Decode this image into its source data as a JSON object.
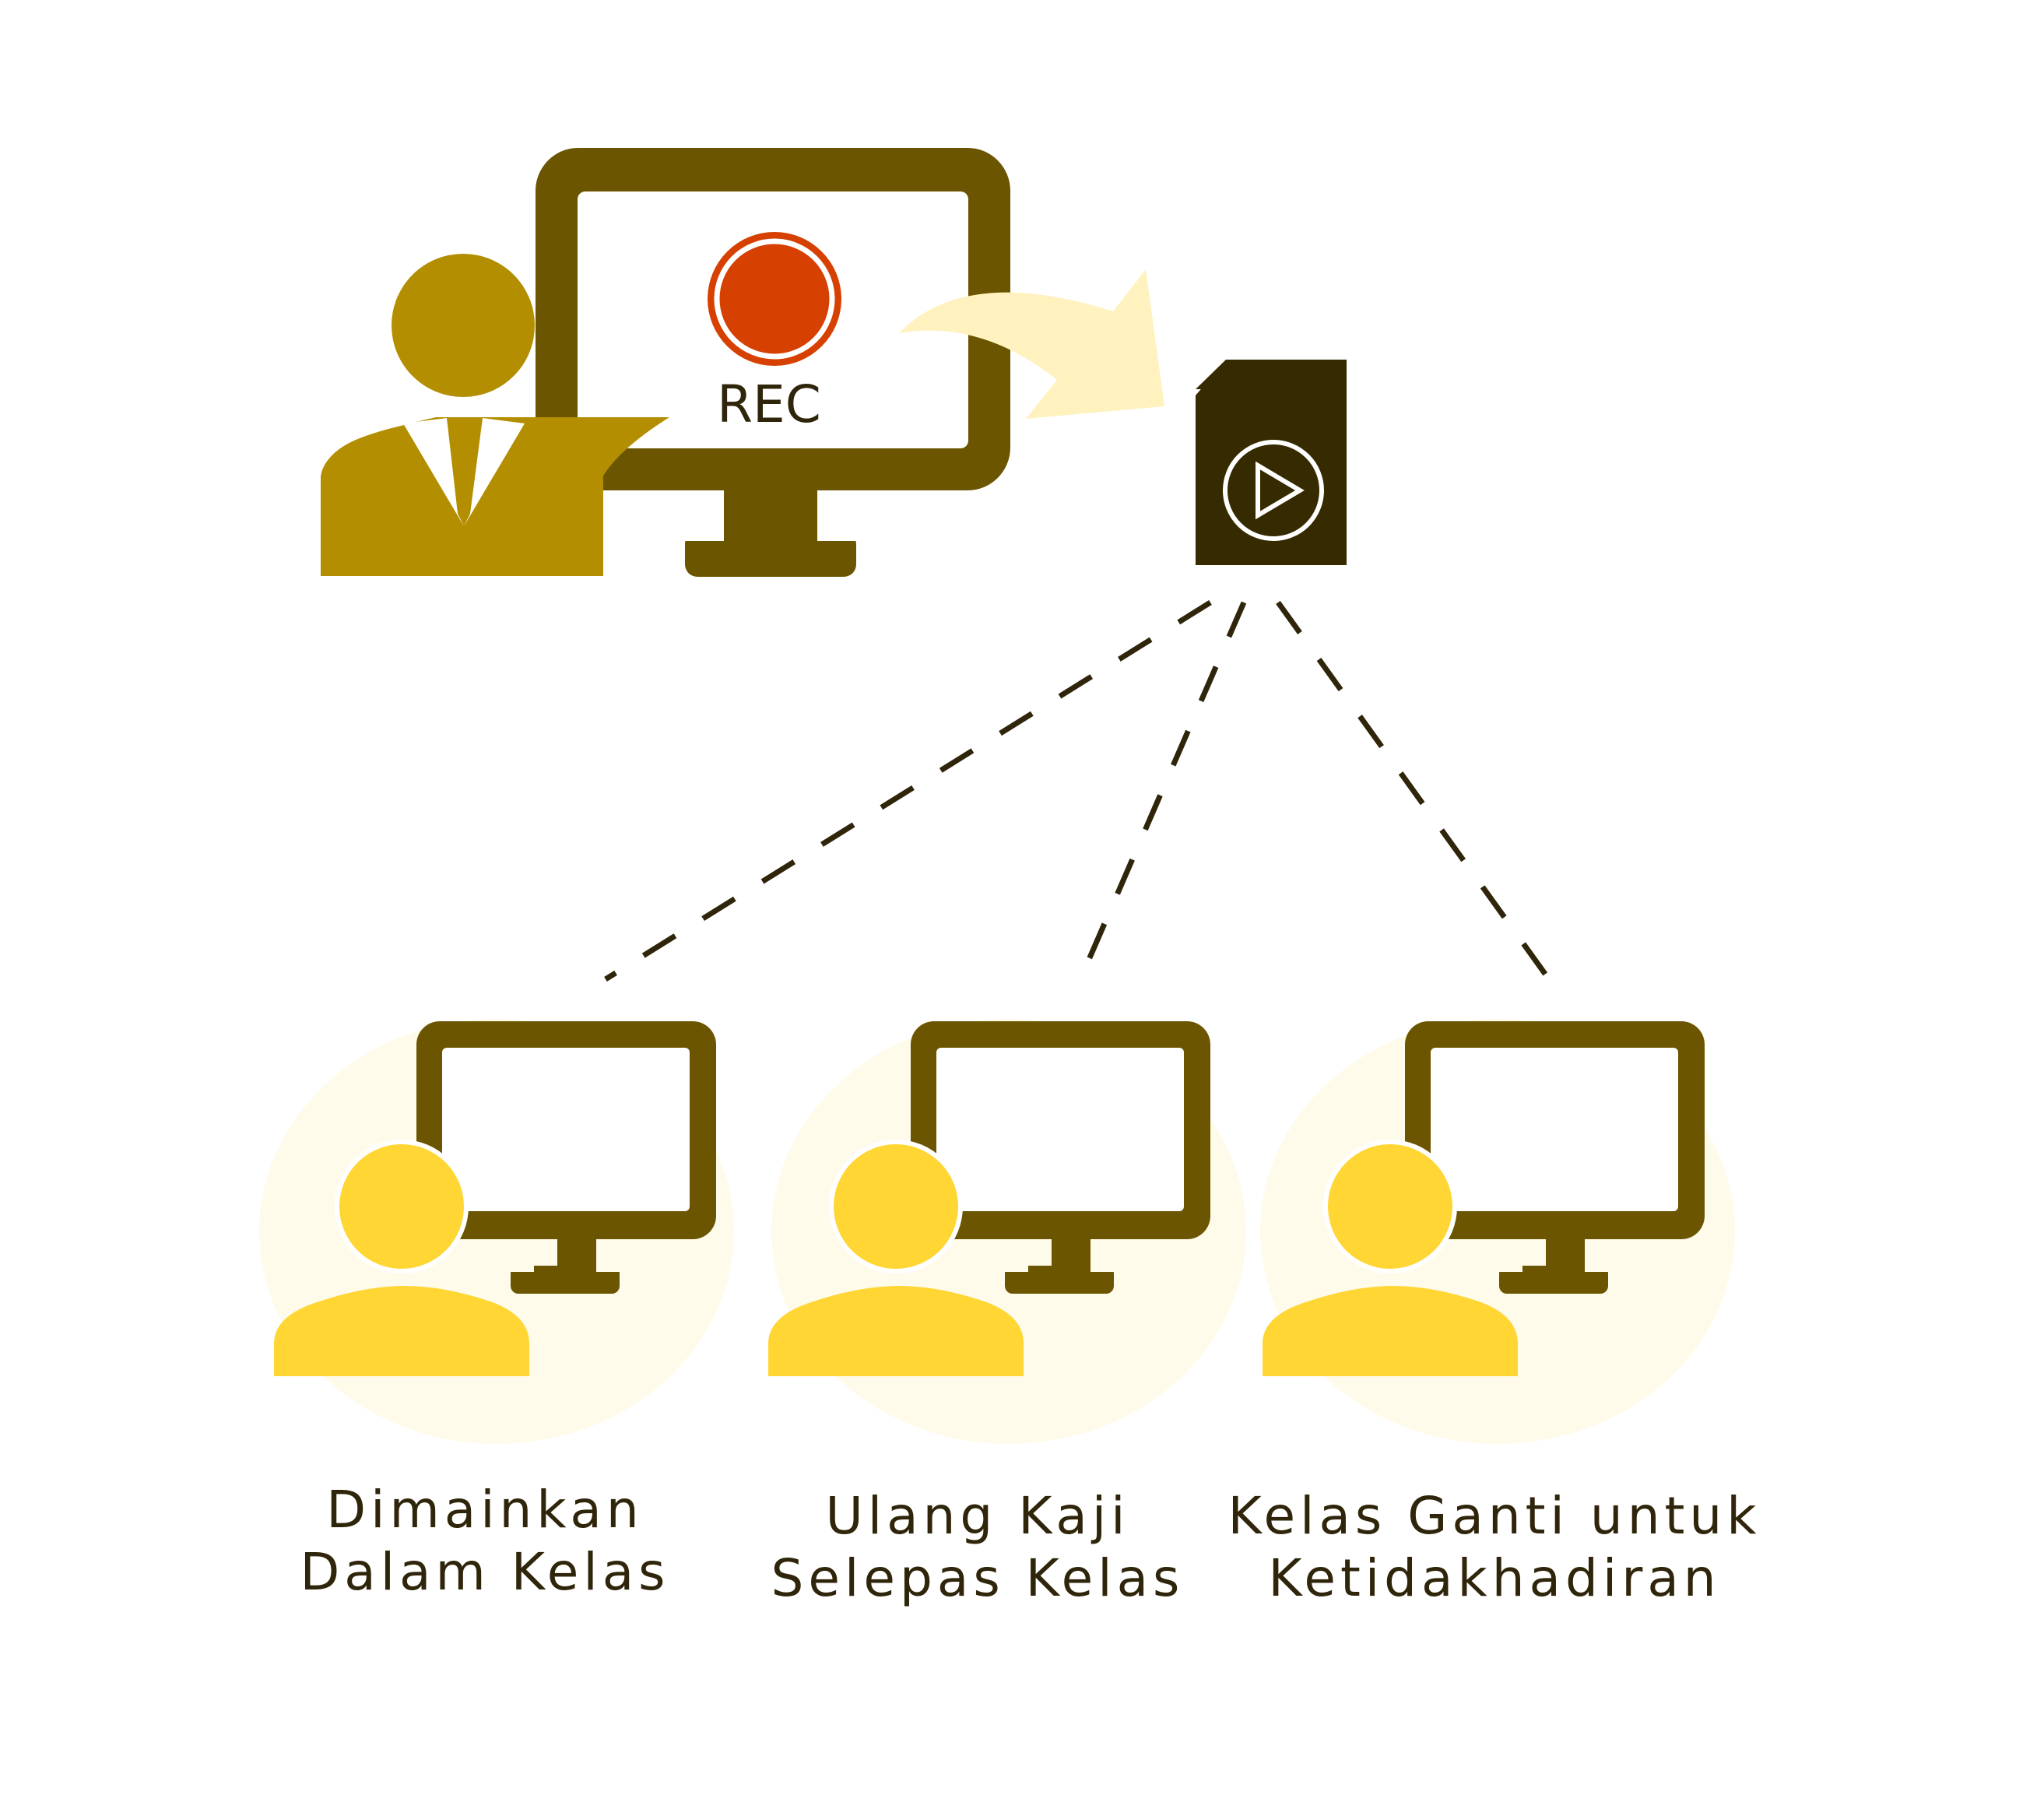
{
  "colors": {
    "monitor": "#6b5500",
    "presenter": "#b38e00",
    "student": "#ffd633",
    "halo": "#fffbeb",
    "record": "#d64000",
    "arrow": "#fff2bf",
    "file": "#352a00",
    "dash": "#2f250a",
    "text": "#2f250a"
  },
  "icons": {
    "presenter": "person-with-tie-icon",
    "record": "record-button-icon",
    "file": "video-file-icon",
    "play": "play-icon",
    "arrow": "curved-arrow-icon",
    "student": "person-icon",
    "monitor": "monitor-icon"
  },
  "recorder": {
    "rec_label": "REC"
  },
  "outcomes": [
    {
      "line1": "Dimainkan",
      "line2": "Dalam Kelas"
    },
    {
      "line1": "Ulang Kaji",
      "line2": "Selepas Kelas"
    },
    {
      "line1": "Kelas Ganti untuk",
      "line2": "Ketidakhadiran"
    }
  ]
}
